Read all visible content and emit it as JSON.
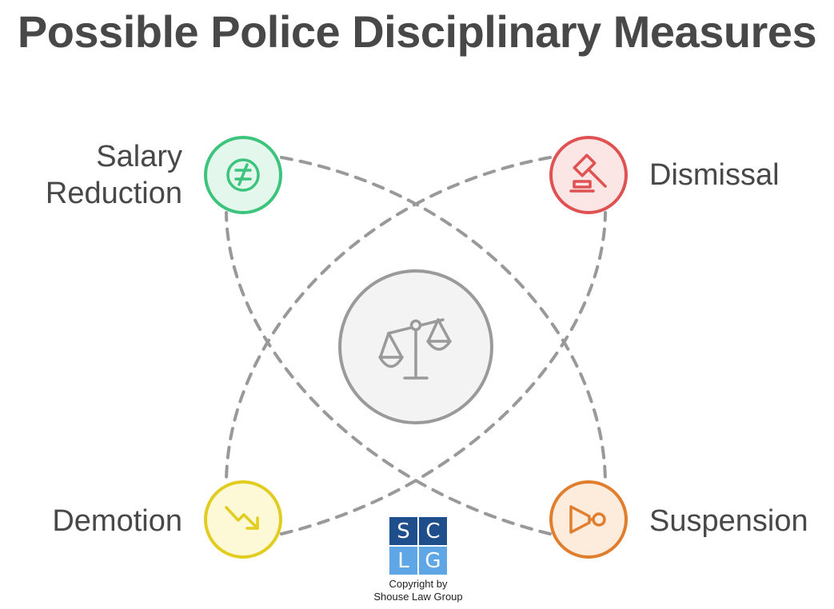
{
  "title": "Possible Police Disciplinary Measures",
  "center": {
    "icon": "balance-scale-icon"
  },
  "measures": [
    {
      "label": "Salary\nReduction",
      "icon": "not-equal-icon",
      "color": "#3cc47c",
      "fill": "#e4f7ec"
    },
    {
      "label": "Dismissal",
      "icon": "gavel-icon",
      "color": "#e05252",
      "fill": "#fbe5e5"
    },
    {
      "label": "Demotion",
      "icon": "trend-down-icon",
      "color": "#e2cc1f",
      "fill": "#fdf9d6"
    },
    {
      "label": "Suspension",
      "icon": "megaphone-icon",
      "color": "#e07e2d",
      "fill": "#fdebdc"
    }
  ],
  "logo": {
    "letters": [
      "S",
      "C",
      "L",
      "G"
    ],
    "colors": {
      "dark": "#1f4e8c",
      "light": "#5ea6e6"
    },
    "caption_line1": "Copyright by",
    "caption_line2": "Shouse Law Group"
  },
  "colors": {
    "text": "#484848",
    "connector": "#999999",
    "center_stroke": "#9a9a9a",
    "center_fill": "#f3f3f3"
  }
}
